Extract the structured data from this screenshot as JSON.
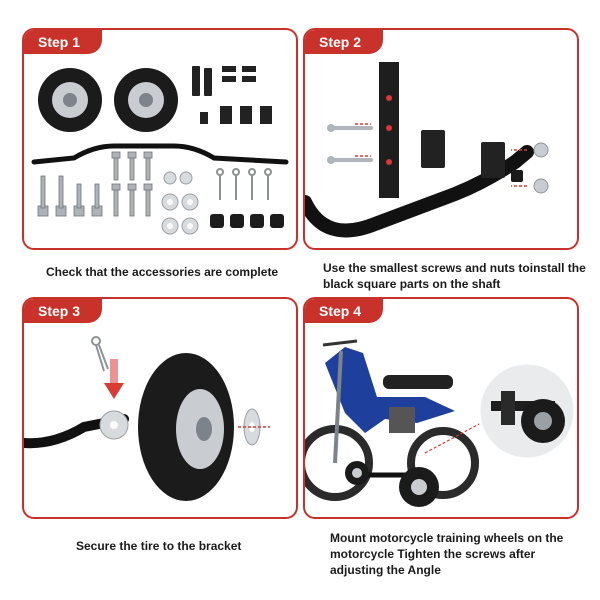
{
  "steps": [
    {
      "label": "Step 1",
      "caption": "Check that the accessories are complete"
    },
    {
      "label": "Step 2",
      "caption": "Use the smallest screws and nuts toinstall the black square parts on the shaft"
    },
    {
      "label": "Step 3",
      "caption": "Secure the tire to the bracket"
    },
    {
      "label": "Step 4",
      "caption": "Mount motorcycle training wheels on the motorcycle Tighten the screws after adjusting the Angle"
    }
  ],
  "colors": {
    "accent": "#c9322a",
    "tire": "#1b1b1b",
    "hub": "#c9cdd2",
    "bike_blue": "#1e3f9c",
    "arrow": "#d83a34"
  }
}
